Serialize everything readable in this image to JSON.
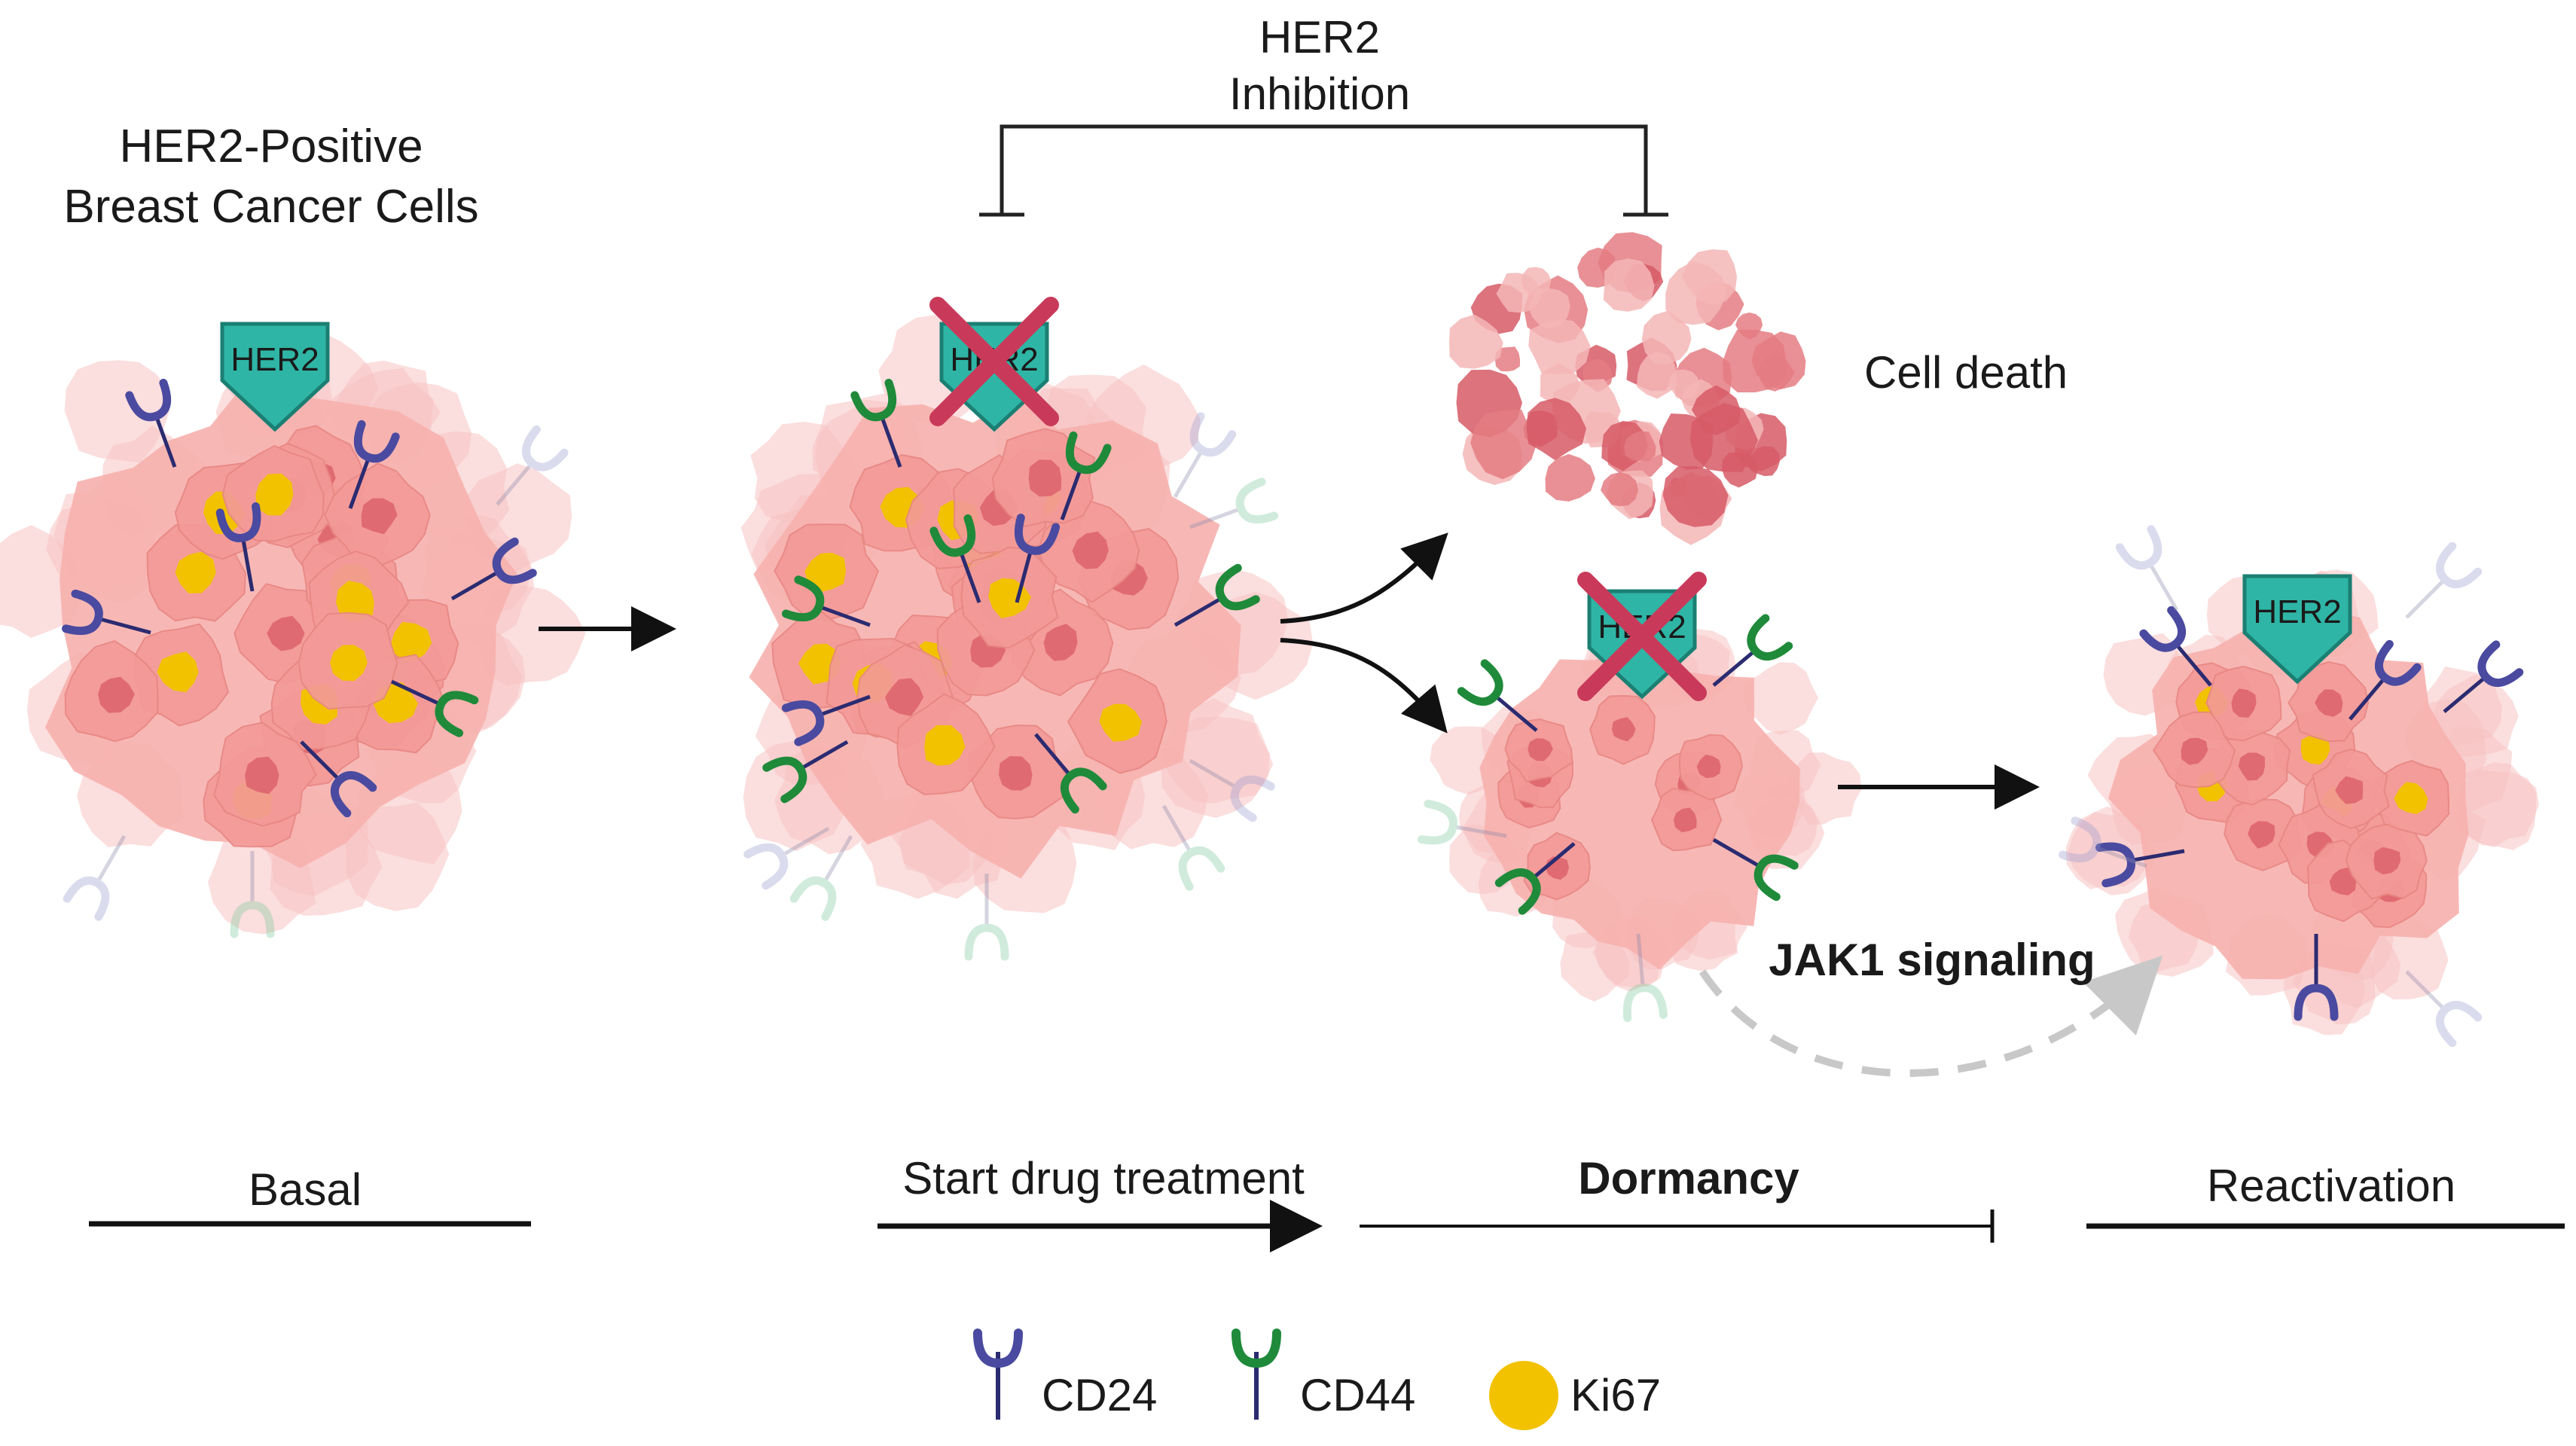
{
  "title": {
    "line1": "HER2-Positive",
    "line2": "Breast Cancer Cells"
  },
  "inhibition": {
    "line1": "HER2",
    "line2": "Inhibition"
  },
  "her2_badge": "HER2",
  "cell_death": "Cell death",
  "jak1": "JAK1 signaling",
  "stages": {
    "basal": "Basal",
    "start": "Start drug treatment",
    "dormancy": "Dormancy",
    "reactivation": "Reactivation"
  },
  "legend": {
    "cd24": "CD24",
    "cd44": "CD44",
    "ki67": "Ki67"
  },
  "colors": {
    "cd24": "#4a4aa0",
    "cd44": "#1f8a3a",
    "ki67": "#f2c200",
    "her2": "#2fb5a5",
    "cross": "#c93a5a",
    "cell": "#f29a9a",
    "dead": "#d9606a"
  }
}
